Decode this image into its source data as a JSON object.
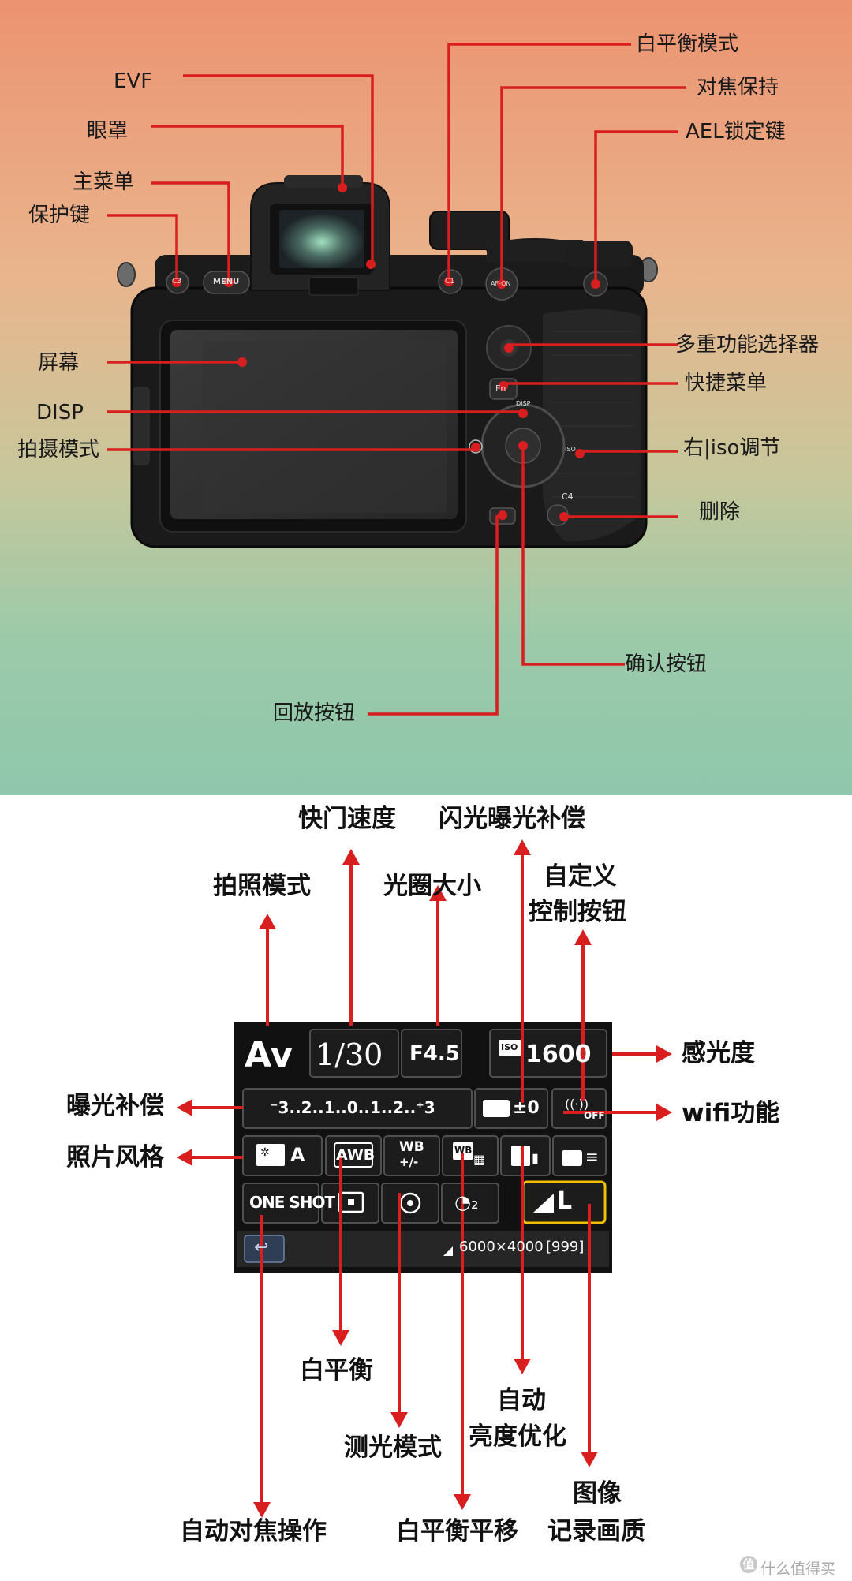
{
  "camera_labels": {
    "evf": "EVF",
    "eyecup": "眼罩",
    "main_menu": "主菜单",
    "protect": "保护键",
    "screen": "屏幕",
    "disp": "DISP",
    "shoot_mode": "拍摄模式",
    "wb_mode": "白平衡模式",
    "af_hold": "对焦保持",
    "ael_lock": "AEL锁定键",
    "multi_selector": "多重功能选择器",
    "quick_menu": "快捷菜单",
    "iso_right": "右|iso调节",
    "delete": "删除",
    "confirm": "确认按钮",
    "playback": "回放按钮"
  },
  "camera_buttons": {
    "c3": "C3",
    "menu": "MENU",
    "c1": "C1",
    "af_on": "AF-ON",
    "fn": "Fn",
    "disp": "DISP",
    "iso": "ISO",
    "c4": "C4"
  },
  "lcd_labels": {
    "shutter_speed": "快门速度",
    "flash_comp": "闪光曝光补偿",
    "custom_ctrl_1": "自定义",
    "custom_ctrl_2": "控制按钮",
    "shoot_mode": "拍照模式",
    "aperture": "光圈大小",
    "iso": "感光度",
    "exp_comp": "曝光补偿",
    "wifi": "wifi功能",
    "picture_style": "照片风格",
    "wb": "白平衡",
    "alo_1": "自动",
    "alo_2": "亮度优化",
    "metering": "测光模式",
    "image_quality_1": "图像",
    "image_quality_2": "记录画质",
    "af_operation": "自动对焦操作",
    "wb_shift": "白平衡平移"
  },
  "lcd_screen": {
    "mode": "Av",
    "shutter": "1/30",
    "aperture": "F4.5",
    "iso_tag": "ISO",
    "iso": "1600",
    "scale": "⁻3..2..1..0..1..2..⁺3",
    "flash_comp": "±0",
    "wifi_off": "OFF",
    "style": "A",
    "awb": "AWB",
    "wb_shift": "WB",
    "wb_shift_sub": "+/-",
    "wb_bkt": "WB",
    "af": "ONE SHOT",
    "quality": "L",
    "resolution": "6000×4000",
    "shots": "[999]"
  },
  "watermark": {
    "badge": "值",
    "text": "什么值得买"
  },
  "colors": {
    "arrow_red": "#d81e1e",
    "lcd_bg": "#111111",
    "lcd_highlight": "#f0c000"
  }
}
